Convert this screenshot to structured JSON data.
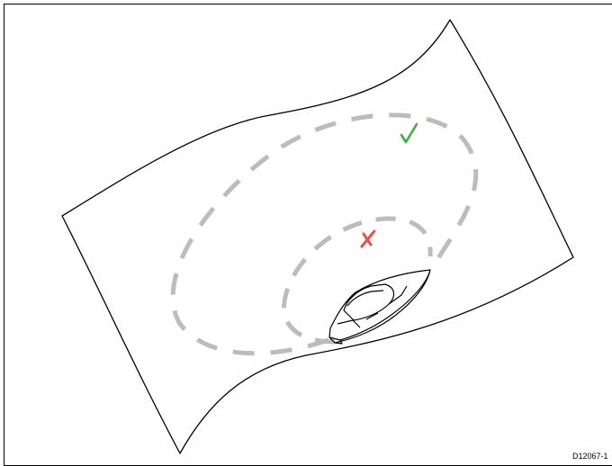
{
  "figure_code": "D12067-1",
  "colors": {
    "chart_outline": "#000000",
    "track_dashes": "#bcbcbc",
    "correct_mark": "#3fae3f",
    "incorrect_mark": "#e8504a",
    "background": "#ffffff"
  },
  "icons": {
    "chart": "nautical-chart-sheet-icon",
    "outer_track": "large-turn-dashed-track",
    "inner_track": "tight-turn-dashed-track",
    "correct": "check-mark-icon",
    "incorrect": "cross-mark-icon",
    "vessel": "motor-boat-icon"
  }
}
